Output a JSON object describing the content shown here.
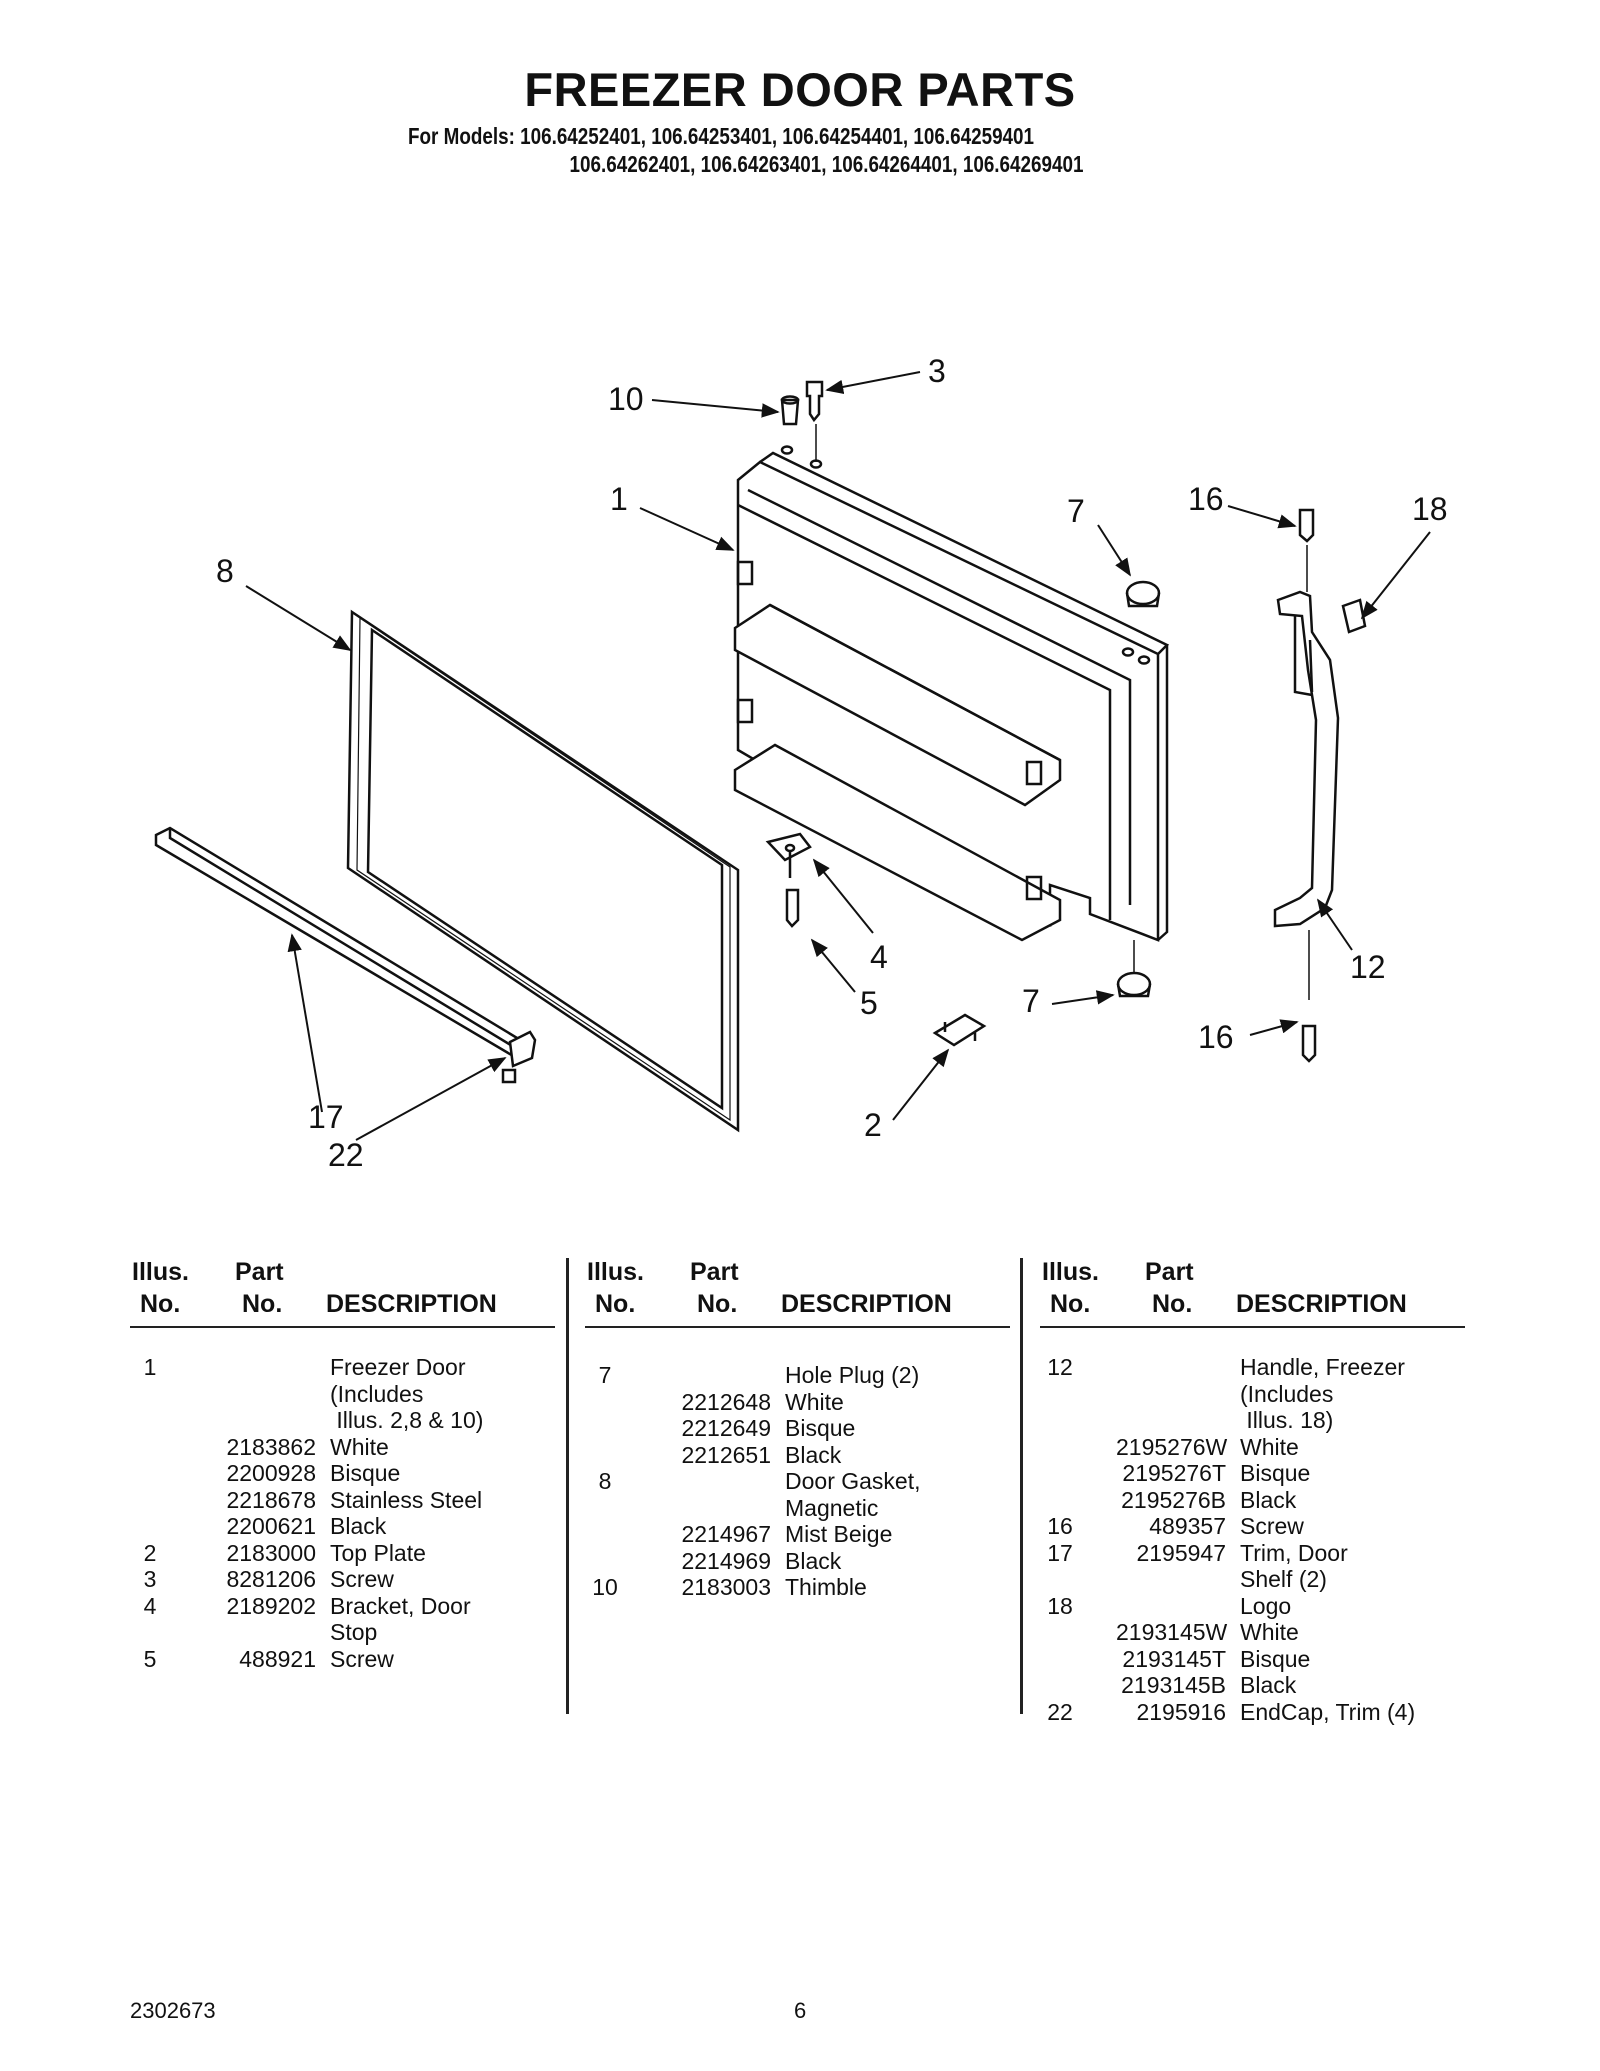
{
  "header": {
    "title": "FREEZER DOOR PARTS",
    "models_line1": "For Models: 106.64252401, 106.64253401, 106.64254401, 106.64259401",
    "models_line2": "106.64262401, 106.64263401, 106.64264401, 106.64269401"
  },
  "diagram": {
    "callouts": [
      "10",
      "3",
      "1",
      "7",
      "16",
      "18",
      "8",
      "4",
      "5",
      "7",
      "12",
      "16",
      "17",
      "22",
      "2"
    ]
  },
  "table": {
    "headers": {
      "illus_line1": "Illus.",
      "illus_line2": "No.",
      "part_line1": "Part",
      "part_line2": "No.",
      "description": "DESCRIPTION"
    },
    "columns": [
      [
        {
          "illus": "1",
          "part": "",
          "desc": "Freezer Door"
        },
        {
          "illus": "",
          "part": "",
          "desc": "(Includes"
        },
        {
          "illus": "",
          "part": "",
          "desc": " Illus. 2,8 & 10)"
        },
        {
          "illus": "",
          "part": "2183862",
          "desc": "White"
        },
        {
          "illus": "",
          "part": "2200928",
          "desc": "Bisque"
        },
        {
          "illus": "",
          "part": "2218678",
          "desc": "Stainless Steel"
        },
        {
          "illus": "",
          "part": "2200621",
          "desc": "Black"
        },
        {
          "illus": "2",
          "part": "2183000",
          "desc": "Top Plate"
        },
        {
          "illus": "3",
          "part": "8281206",
          "desc": "Screw"
        },
        {
          "illus": "4",
          "part": "2189202",
          "desc": "Bracket, Door"
        },
        {
          "illus": "",
          "part": "",
          "desc": "Stop"
        },
        {
          "illus": "5",
          "part": "488921",
          "desc": "Screw"
        }
      ],
      [
        {
          "illus": "7",
          "part": "",
          "desc": "Hole Plug (2)"
        },
        {
          "illus": "",
          "part": "2212648",
          "desc": "White"
        },
        {
          "illus": "",
          "part": "2212649",
          "desc": "Bisque"
        },
        {
          "illus": "",
          "part": "2212651",
          "desc": "Black"
        },
        {
          "illus": "8",
          "part": "",
          "desc": "Door Gasket,"
        },
        {
          "illus": "",
          "part": "",
          "desc": "Magnetic"
        },
        {
          "illus": "",
          "part": "2214967",
          "desc": "Mist Beige"
        },
        {
          "illus": "",
          "part": "2214969",
          "desc": "Black"
        },
        {
          "illus": "10",
          "part": "2183003",
          "desc": "Thimble"
        }
      ],
      [
        {
          "illus": "12",
          "part": "",
          "desc": "Handle, Freezer"
        },
        {
          "illus": "",
          "part": "",
          "desc": "(Includes"
        },
        {
          "illus": "",
          "part": "",
          "desc": " Illus. 18)"
        },
        {
          "illus": "",
          "part": "2195276W",
          "desc": "White"
        },
        {
          "illus": "",
          "part": "2195276T",
          "desc": "Bisque"
        },
        {
          "illus": "",
          "part": "2195276B",
          "desc": "Black"
        },
        {
          "illus": "16",
          "part": "489357",
          "desc": "Screw"
        },
        {
          "illus": "17",
          "part": "2195947",
          "desc": "Trim, Door"
        },
        {
          "illus": "",
          "part": "",
          "desc": "Shelf (2)"
        },
        {
          "illus": "18",
          "part": "",
          "desc": "Logo"
        },
        {
          "illus": "",
          "part": "2193145W",
          "desc": "White"
        },
        {
          "illus": "",
          "part": "2193145T",
          "desc": "Bisque"
        },
        {
          "illus": "",
          "part": "2193145B",
          "desc": "Black"
        },
        {
          "illus": "22",
          "part": "2195916",
          "desc": "EndCap, Trim (4)"
        }
      ]
    ]
  },
  "footer": {
    "doc_number": "2302673",
    "page_number": "6"
  }
}
